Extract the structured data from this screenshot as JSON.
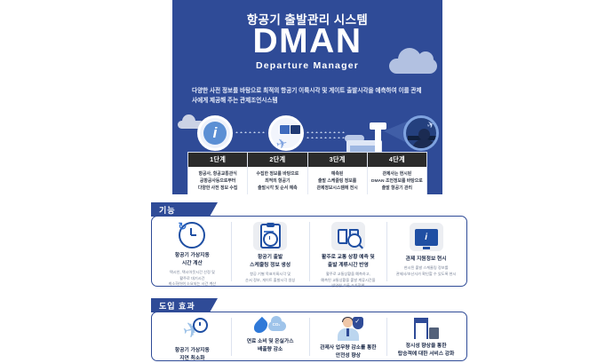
{
  "hero": {
    "kicker": "항공기 출발관리 시스템",
    "title": "DMAN",
    "subtitle": "Departure Manager",
    "description": "다양한 사전 정보를 바탕으로 최적의 항공기 이륙시각 및 게이트 출발시각을 예측하여\n이를 관제사에게 제공해 주는 관제조언시스템"
  },
  "stages": [
    {
      "label": "1단계",
      "icon": "info-search-icon",
      "text": "항공사, 항공교통관식\n공항공사등으로부터\n다양한 사전 정보 수집"
    },
    {
      "label": "2단계",
      "icon": "computer-plane-icon",
      "text": "수집한 정보를 바탕으로\n최적의 항공기\n출발시각 및 순서 예측"
    },
    {
      "label": "3단계",
      "icon": "control-tower-icon",
      "text": "예측된\n출발 스케줄링 정보를\n관제정보시스템에 전시"
    },
    {
      "label": "4단계",
      "icon": "controller-workstation-icon",
      "text": "관제사는 현시된\nDMAN 조언정보를 바탕으로\n출발 항공기 관리"
    }
  ],
  "functions": {
    "tab": "기능",
    "items": [
      {
        "icon": "clock-rotate-icon",
        "title": "항공기 가상지동\n시간 계산",
        "desc": "택시인, 택시아웃시간 산정 및\n활주로 대기시간\n최소화하여 소요되는 시간 계산"
      },
      {
        "icon": "clipboard-clock-icon",
        "title": "항공기 출발\n스케줄링 정보 생성",
        "desc": "항공 기별 목표이륙시각 및\n순서 정보, 게이트 출발시각 생성"
      },
      {
        "icon": "map-search-icon",
        "title": "활주로 교통 상황 예측 및\n출발 계류시간 반영",
        "desc": "활주로 교통상황을 예측하고,\n예측된 교통상황을 출발 계류시간을\n반영한 흐름 조치정책"
      },
      {
        "icon": "monitor-info-icon",
        "title": "관제 지원정보 현시",
        "desc": "현시된 출발 스케줄링 정보를\n관제사/조난사가 확인할 수 있도록 현시"
      }
    ]
  },
  "effects": {
    "tab": "도입 효과",
    "items": [
      {
        "icon": "airplane-clock-icon",
        "title": "항공기 가상지동\n지연 최소화"
      },
      {
        "icon": "fuel-emission-icon",
        "title": "연료 소비 및 온실가스\n배출량 감소"
      },
      {
        "icon": "controller-shield-icon",
        "title": "관제사 업무량 감소를 통한\n안전성 향상"
      },
      {
        "icon": "boarding-gate-icon",
        "title": "정시성 향상을 통한\n탑승객에 대한 서비스 강화"
      }
    ]
  },
  "colors": {
    "brand_blue": "#2f4b97",
    "dark_header": "#2b2b2b",
    "icon_blue": "#1f4fa3",
    "page_bg": "#ffffff"
  }
}
